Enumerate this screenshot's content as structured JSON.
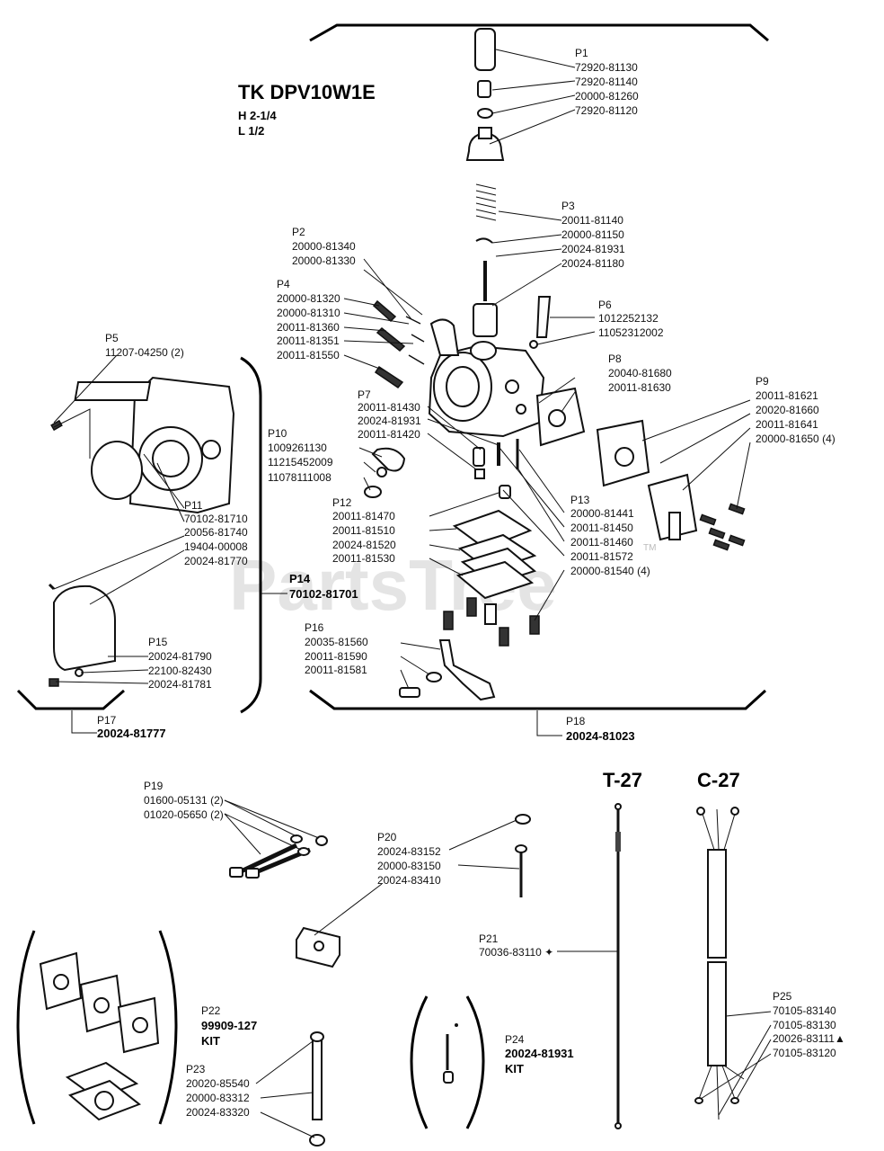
{
  "title": "TK DPV10W1E",
  "settings": [
    "H 2-1/4",
    "L 1/2"
  ],
  "watermark": "PartsTree",
  "watermark_tm": "TM",
  "groups": {
    "p1": {
      "label": "P1",
      "parts": [
        "72920-81130",
        "72920-81140",
        "20000-81260",
        "72920-81120"
      ]
    },
    "p2": {
      "label": "P2",
      "parts": [
        "20000-81340",
        "20000-81330"
      ]
    },
    "p3": {
      "label": "P3",
      "parts": [
        "20011-81140",
        "20000-81150",
        "20024-81931",
        "20024-81180"
      ]
    },
    "p4": {
      "label": "P4",
      "parts": [
        "20000-81320",
        "20000-81310",
        "20011-81360",
        "20011-81351",
        "20011-81550"
      ]
    },
    "p5": {
      "label": "P5",
      "parts": [
        "11207-04250 (2)"
      ]
    },
    "p6": {
      "label": "P6",
      "parts": [
        "1012252132",
        "11052312002"
      ]
    },
    "p7": {
      "label": "P7",
      "parts": [
        "20011-81430",
        "20024-81931",
        "20011-81420"
      ]
    },
    "p8": {
      "label": "P8",
      "parts": [
        "20040-81680",
        "20011-81630"
      ]
    },
    "p9": {
      "label": "P9",
      "parts": [
        "20011-81621",
        "20020-81660",
        "20011-81641",
        "20000-81650 (4)"
      ]
    },
    "p10": {
      "label": "P10",
      "parts": [
        "1009261130",
        "11215452009",
        "11078111008"
      ]
    },
    "p11": {
      "label": "P11",
      "parts": [
        "70102-81710",
        "20056-81740",
        "19404-00008",
        "20024-81770"
      ]
    },
    "p12": {
      "label": "P12",
      "parts": [
        "20011-81470",
        "20011-81510",
        "20024-81520",
        "20011-81530"
      ]
    },
    "p13": {
      "label": "P13",
      "parts": [
        "20000-81441",
        "20011-81450",
        "20011-81460",
        "20011-81572",
        "20000-81540 (4)"
      ]
    },
    "p14": {
      "label": "P14",
      "parts": [
        "70102-81701"
      ]
    },
    "p15": {
      "label": "P15",
      "parts": [
        "20024-81790",
        "22100-82430",
        "20024-81781"
      ]
    },
    "p16": {
      "label": "P16",
      "parts": [
        "20035-81560",
        "20011-81590",
        "20011-81581"
      ]
    },
    "p17": {
      "label": "P17",
      "parts": [
        "20024-81777"
      ]
    },
    "p18": {
      "label": "P18",
      "parts": [
        "20024-81023"
      ]
    },
    "p19": {
      "label": "P19",
      "parts": [
        "01600-05131 (2)",
        "01020-05650 (2)"
      ]
    },
    "p20": {
      "label": "P20",
      "parts": [
        "20024-83152",
        "20000-83150",
        "20024-83410"
      ]
    },
    "p21": {
      "label": "P21",
      "parts": [
        "70036-83110 ✦"
      ]
    },
    "p22": {
      "label": "P22",
      "parts": [
        "99909-127",
        "KIT"
      ]
    },
    "p23": {
      "label": "P23",
      "parts": [
        "20020-85540",
        "20000-83312",
        "20024-83320"
      ]
    },
    "p24": {
      "label": "P24",
      "parts": [
        "20024-81931",
        "KIT"
      ]
    },
    "p25": {
      "label": "P25",
      "parts": [
        "70105-83140",
        "70105-83130",
        "20026-83111▲",
        "70105-83120"
      ]
    }
  },
  "cables": {
    "t27": "T-27",
    "c27": "C-27"
  }
}
